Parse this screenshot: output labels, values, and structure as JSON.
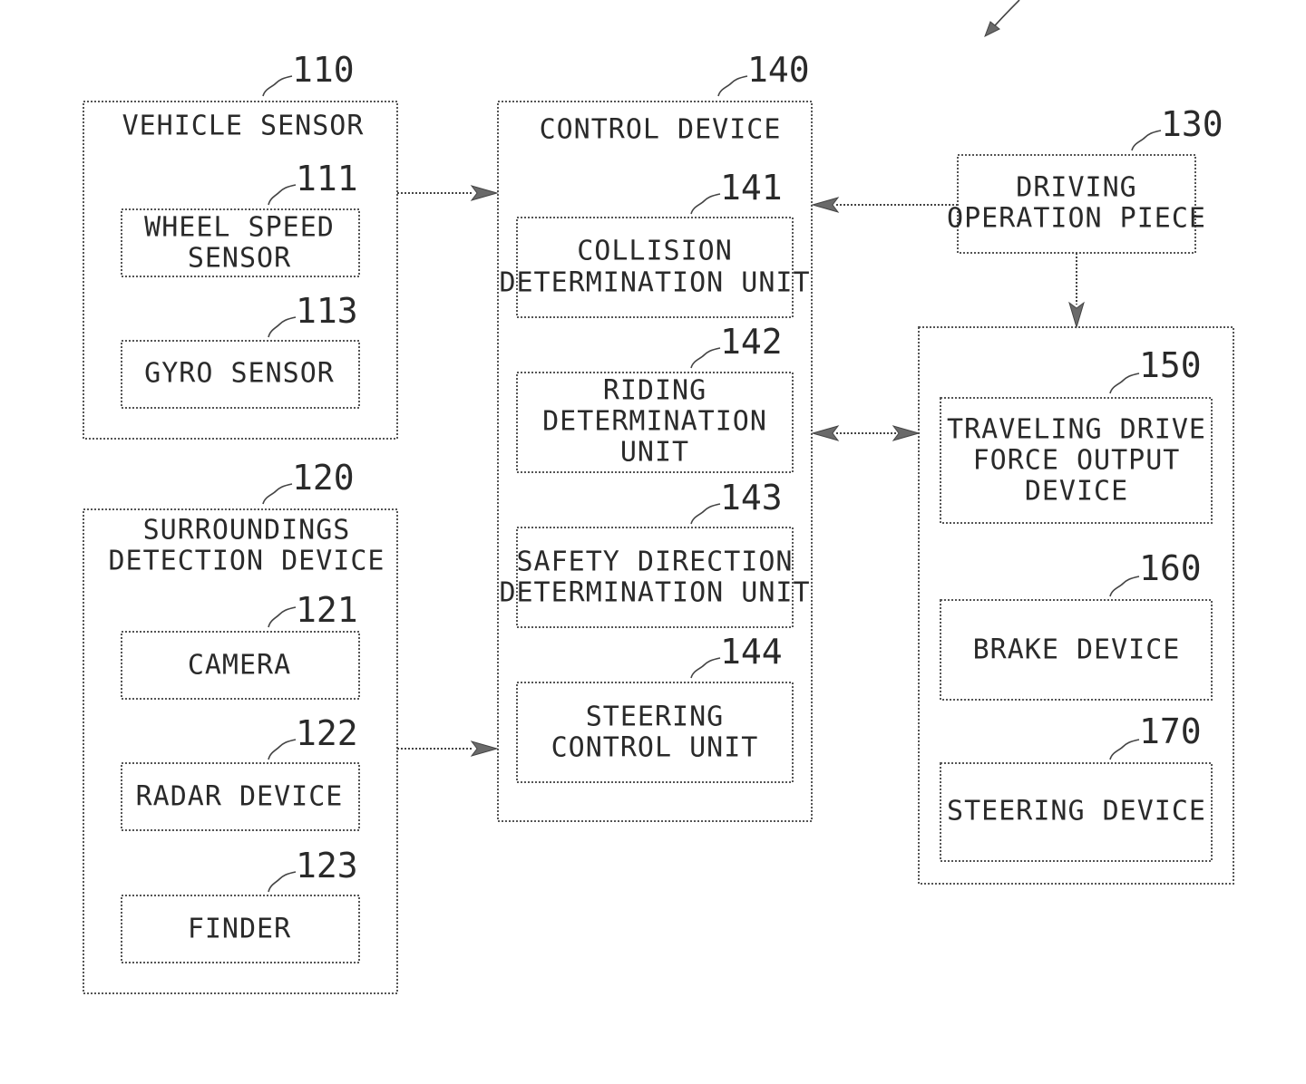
{
  "diagram": {
    "vehicle_sensor": {
      "ref": "110",
      "title": "VEHICLE SENSOR",
      "wheel_speed_sensor": {
        "ref": "111",
        "line1": "WHEEL SPEED",
        "line2": "SENSOR"
      },
      "gyro_sensor": {
        "ref": "113",
        "label": "GYRO SENSOR"
      }
    },
    "surroundings_detection_device": {
      "ref": "120",
      "line1": "SURROUNDINGS",
      "line2": "DETECTION DEVICE",
      "camera": {
        "ref": "121",
        "label": "CAMERA"
      },
      "radar_device": {
        "ref": "122",
        "label": "RADAR DEVICE"
      },
      "finder": {
        "ref": "123",
        "label": "FINDER"
      }
    },
    "control_device": {
      "ref": "140",
      "title": "CONTROL DEVICE",
      "collision_determination_unit": {
        "ref": "141",
        "line1": "COLLISION",
        "line2": "DETERMINATION UNIT"
      },
      "riding_determination_unit": {
        "ref": "142",
        "line1": "RIDING",
        "line2": "DETERMINATION",
        "line3": "UNIT"
      },
      "safety_direction_determination_unit": {
        "ref": "143",
        "line1": "SAFETY DIRECTION",
        "line2": "DETERMINATION UNIT"
      },
      "steering_control_unit": {
        "ref": "144",
        "line1": "STEERING",
        "line2": "CONTROL UNIT"
      }
    },
    "driving_operation_piece": {
      "ref": "130",
      "line1": "DRIVING",
      "line2": "OPERATION PIECE"
    },
    "traveling_drive_force_output_device": {
      "ref": "150",
      "line1": "TRAVELING DRIVE",
      "line2": "FORCE OUTPUT",
      "line3": "DEVICE"
    },
    "brake_device": {
      "ref": "160",
      "label": "BRAKE DEVICE"
    },
    "steering_device": {
      "ref": "170",
      "label": "STEERING DEVICE"
    }
  }
}
